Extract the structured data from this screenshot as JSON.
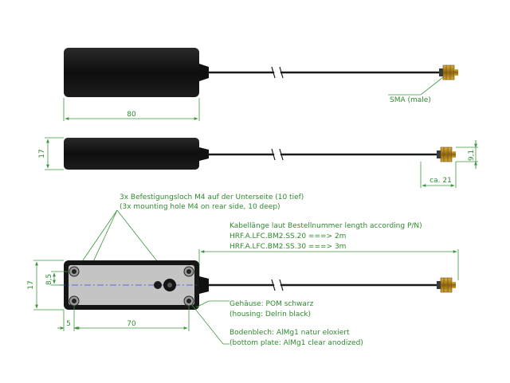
{
  "dimensions": {
    "top_width": "80",
    "side_height": "17",
    "connector_diameter": "9,1",
    "connector_length": "ca. 21",
    "bottom_height": "17",
    "hole_offset_vertical": "8,5",
    "hole_offset_horizontal": "5",
    "hole_spacing": "70"
  },
  "notes": {
    "sma": "SMA (male)",
    "mounting_de": "3x Befestigungsloch M4 auf der Unterseite (10 tief)",
    "mounting_en": "(3x mounting hole M4 on rear side, 10 deep)",
    "cable_length": "Kabellänge laut Bestellnummer length according P/N)",
    "pn_1": "HRF.A.LFC.BM2.SS.20 ===> 2m",
    "pn_2": "HRF.A.LFC.BM2.SS.30 ===> 3m",
    "housing_de": "Gehäuse: POM schwarz",
    "housing_en": "(housing: Delrin black)",
    "plate_de": "Bodenblech: AlMg1 natur eloxiert",
    "plate_en": "(bottom plate: AlMg1 clear anodized)"
  },
  "colors": {
    "dimension_line": "#3d963d",
    "housing": "#141414",
    "bottom_plate": "#c4c4c4",
    "connector": "#b8860b"
  }
}
